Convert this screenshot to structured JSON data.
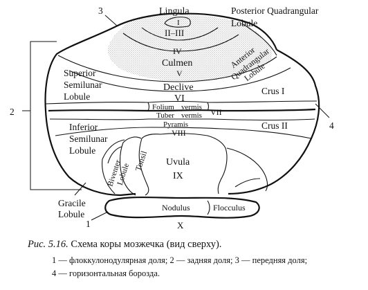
{
  "labels": {
    "lingula": "Lingula",
    "i": "I",
    "ii_iii": "II–III",
    "iv": "IV",
    "culmen": "Culmen",
    "v": "V",
    "declive": "Declive",
    "vi": "VI",
    "folium": "Folium",
    "vermis_1": "vermis",
    "tuber": "Tuber",
    "vermis_2": "vermis",
    "vii": "VII",
    "pyramis": "Pyramis",
    "viii": "VIII",
    "uvula": "Uvula",
    "ix": "IX",
    "nodulus": "Nodulus",
    "flocculus": "Flocculus",
    "x": "X",
    "posterior_quadrangular_1": "Posterior Quadrangular",
    "posterior_quadrangular_2": "Lobule",
    "anterior_quadrangular_1": "Anterior",
    "anterior_quadrangular_2": "Quadrangular",
    "anterior_quadrangular_3": "Lobule",
    "superior_semilunar_1": "Superior",
    "superior_semilunar_2": "Semilunar",
    "superior_semilunar_3": "Lobule",
    "inferior_semilunar_1": "Inferior",
    "inferior_semilunar_2": "Semilunar",
    "inferior_semilunar_3": "Lobule",
    "crus_i": "Crus I",
    "crus_ii": "Crus II",
    "biventer_1": "Biventer",
    "biventer_2": "Lobule",
    "tonsil": "Tonsil",
    "gracile_1": "Gracile",
    "gracile_2": "Lobule",
    "n1": "1",
    "n2": "2",
    "n3": "3",
    "n4": "4"
  },
  "caption": {
    "fig_no": "Рис. 5.16.",
    "title": "Схема коры мозжечка (вид сверху).",
    "legend_line_1": "1 — флоккулонодулярная доля; 2 — задняя доля; 3 — передняя доля;",
    "legend_line_2": "4 — горизонтальная борозда."
  }
}
